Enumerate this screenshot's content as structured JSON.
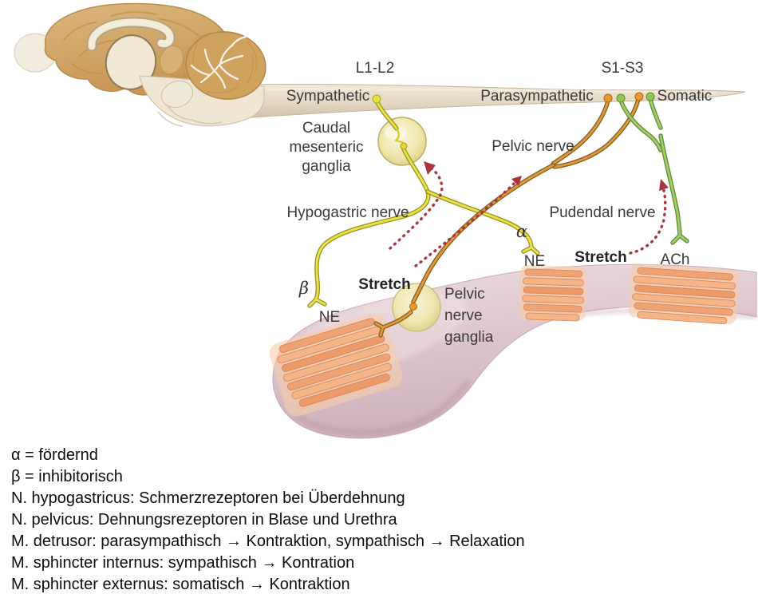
{
  "figure": {
    "spine": {
      "l1_l2": "L1-L2",
      "s1_s3": "S1-S3",
      "sympathetic": "Sympathetic",
      "parasympathetic": "Parasympathetic",
      "somatic": "Somatic"
    },
    "labels": {
      "caudal_ganglia": [
        "Caudal",
        "mesenteric",
        "ganglia"
      ],
      "pelvic_nerve": "Pelvic nerve",
      "hypogastric_nerve": "Hypogastric nerve",
      "pudendal_nerve": "Pudendal nerve",
      "pelvic_ganglia": [
        "Pelvic",
        "nerve",
        "ganglia"
      ],
      "alpha": "α",
      "beta": "β",
      "ne_sphincter": "NE",
      "ne_detrusor": "NE",
      "stretch_sphincter": "Stretch",
      "stretch_detrusor": "Stretch",
      "ach": "ACh"
    },
    "colors": {
      "sympathetic_nerve": "#e9e34a",
      "parasympathetic_nerve": "#d99b3d",
      "somatic_nerve": "#a6ca6c",
      "afferent_dashed": "#a93540",
      "spinal_cord": "#e8decd",
      "bladder": "#dcc3ca",
      "muscle": "#efa273",
      "ganglia": "#efe6ac",
      "brain_cortex": "#d6ab6e"
    }
  },
  "caption": {
    "lines": [
      "α = fördernd",
      "β = inhibitorisch",
      "N. hypogastricus: Schmerzrezeptoren bei Überdehnung",
      "N. pelvicus: Dehnungsrezeptoren in Blase und Urethra",
      "M. detrusor: parasympathisch → Kontraktion, sympathisch → Relaxation",
      "M. sphincter internus: sympathisch → Kontration",
      "M. sphincter externus: somatisch → Kontraktion"
    ]
  }
}
